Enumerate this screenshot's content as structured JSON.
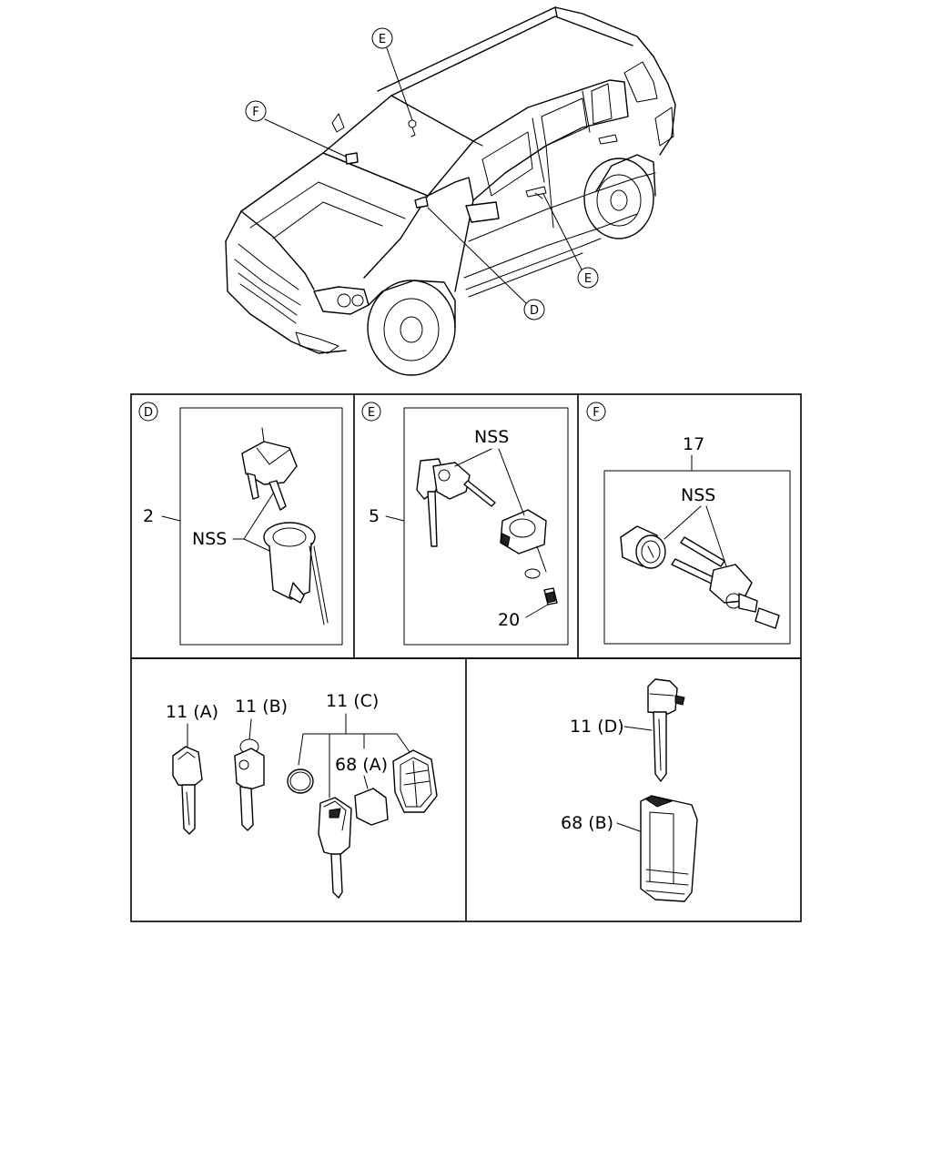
{
  "diagram": {
    "vehicle_callouts": {
      "e_top": "E",
      "f": "F",
      "d": "D",
      "e_door": "E"
    },
    "panel_d": {
      "marker": "D",
      "part_number": "2",
      "nss_label": "NSS"
    },
    "panel_e": {
      "marker": "E",
      "part_number": "5",
      "nss_label": "NSS",
      "sub_part_number": "20"
    },
    "panel_f": {
      "marker": "F",
      "part_number": "17",
      "nss_label": "NSS"
    },
    "keys_panel": {
      "key_a": "11 (A)",
      "key_b": "11 (B)",
      "key_c": "11 (C)",
      "cover_a": "68 (A)"
    },
    "remote_panel": {
      "key_d": "11 (D)",
      "cover_b": "68 (B)"
    }
  }
}
